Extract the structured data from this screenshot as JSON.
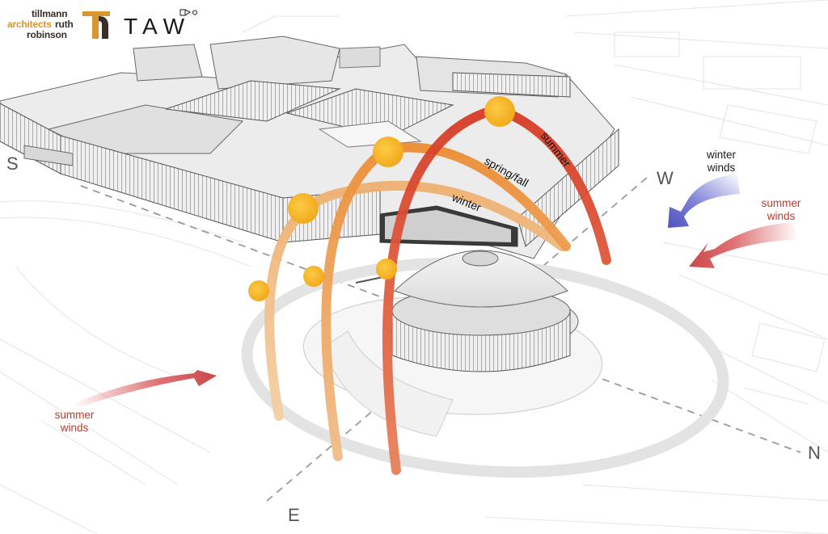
{
  "logo": {
    "line1": "tillmann",
    "line2a": "architects",
    "line2b": "ruth",
    "line3": "robinson",
    "partner": "TAW"
  },
  "compass": {
    "south": "S",
    "west": "W",
    "north": "N",
    "east": "E"
  },
  "sun_paths": {
    "summer": "summer",
    "spring_fall": "spring/fall",
    "winter": "winter"
  },
  "winds": {
    "winter_line1": "winter",
    "winter_line2": "winds",
    "summer_right_line1": "summer",
    "summer_right_line2": "winds",
    "summer_left_line1": "summer",
    "summer_left_line2": "winds"
  },
  "colors": {
    "summer_arc": "#d4472e",
    "spring_fall_arc": "#ea8f3c",
    "winter_arc": "#edb178",
    "sun": "#f5b92c",
    "winter_wind": "#6b6fd0",
    "summer_wind": "#d9585a",
    "building": "#ececec",
    "outline": "#555555"
  }
}
